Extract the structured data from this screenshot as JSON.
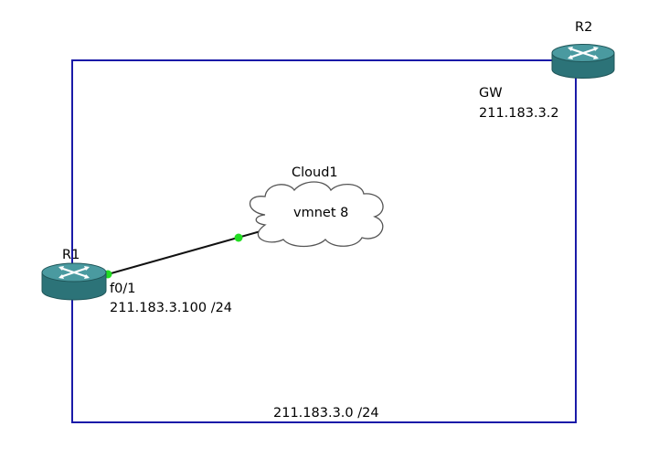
{
  "routers": {
    "r1": {
      "name": "R1"
    },
    "r2": {
      "name": "R2"
    }
  },
  "cloud": {
    "name": "Cloud1",
    "label": "vmnet 8"
  },
  "labels": {
    "r1_interface": "f0/1",
    "r1_ip": "211.183.3.100 /24",
    "gw_title": "GW",
    "gw_ip": "211.183.3.2",
    "network": "211.183.3.0 /24"
  },
  "colors": {
    "network_line": "#1a1aa8",
    "link_line": "#111111",
    "link_dot": "#22dd22",
    "router_top": "#4a9aa0",
    "router_side": "#2c7378"
  },
  "icons": {
    "router": "router-icon",
    "cloud": "cloud-icon"
  }
}
